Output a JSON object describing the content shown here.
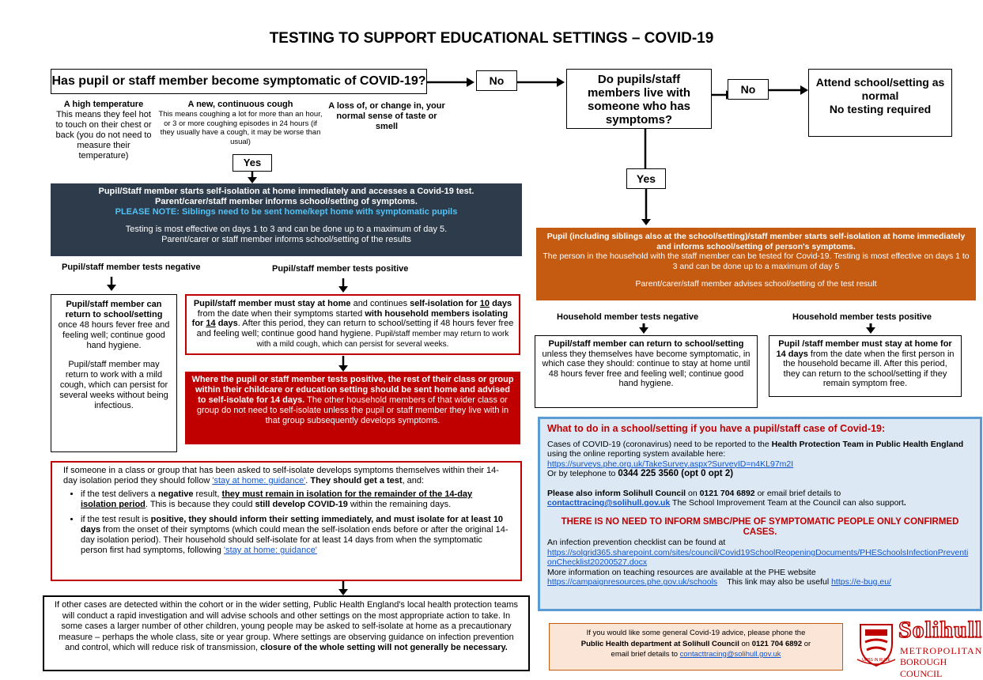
{
  "title": "TESTING TO SUPPORT EDUCATIONAL SETTINGS – COVID-19",
  "q1": "Has pupil or staff member become symptomatic of COVID-19?",
  "no1": "No",
  "q2": "Do pupils/staff members live with someone who has symptoms?",
  "no2": "No",
  "attend": {
    "l1": "Attend school/setting as normal",
    "l2": "No testing required"
  },
  "symptoms": {
    "temp_title": "A high temperature",
    "temp_body": "This means they feel hot to touch on their chest or back (you do not need to measure their temperature)",
    "cough_title": "A new, continuous cough",
    "cough_body": "This means coughing a lot for more than an hour, or 3 or more coughing episodes in 24 hours (if they usually have a cough, it may be worse than usual)",
    "smell": "A loss of, or change in, your normal sense of taste or smell"
  },
  "yes1": "Yes",
  "yes2": "Yes",
  "isolate_box": {
    "l1": "Pupil/Staff member starts self-isolation at home immediately and accesses a Covid-19 test.",
    "l2": "Parent/carer/staff member informs school/setting of symptoms.",
    "note": "PLEASE NOTE: Siblings need to be sent home/kept home with symptomatic pupils",
    "l3": "Testing is most effective on days 1 to 3 and can be done up to a maximum of day 5.",
    "l4": "Parent/carer or staff member informs school/setting of the results"
  },
  "neg_label": "Pupil/staff member tests negative",
  "pos_label": "Pupil/staff member tests positive",
  "neg_box": {
    "b1": "Pupil/staff member can return to school/setting",
    "t1": "once 48 hours fever free and feeling well; continue good hand hygiene.",
    "t2": "Pupil/staff member may return to work with a mild cough, which can persist for several weeks without being infectious."
  },
  "pos_box": {
    "a": "Pupil/staff member must stay at home",
    "b": " and continues ",
    "c": "self-isolation for ",
    "d": "10",
    "e": " days",
    "f": " from the date when their symptoms started ",
    "g": "with household members isolating for ",
    "h": "14",
    "i": " days",
    "j": ". After this period, they can return to school/setting if 48 hours fever free and feeling well; continue good hand hygiene.",
    "k": " Pupil/staff member may return to work with a mild cough, which can persist for several weeks."
  },
  "red_box": {
    "b1": "Where the pupil or staff member tests positive, the rest of their class or group within their childcare or education setting should be sent home and advised to self-isolate for 14 days.",
    "t1": " The other household members of that wider class or group do not need to self-isolate unless the pupil or staff member they live with in that group subsequently develops symptoms."
  },
  "group_box": {
    "p1a": "If someone in a class or group that has been asked to self-isolate develops symptoms themselves within their 14-day isolation period they should follow ",
    "link": "'stay at home: guidance'",
    "p1b": ". ",
    "p1c": "They should get a test",
    "p1d": ", and:",
    "b1a": "if the test delivers a ",
    "b1b": "negative",
    "b1c": " result, ",
    "b1d": "they must remain in isolation for the remainder of the 14-day isolation period",
    "b1e": ". This is because they could ",
    "b1f": "still develop COVID-19",
    "b1g": " within the remaining days.",
    "b2a": "if the test result is ",
    "b2b": "positive, they should inform their setting immediately, and must isolate for at least 10 days",
    "b2c": " from the onset of their symptoms (which could mean the self-isolation ends before or after the original 14-day isolation period). Their household should self-isolate for at least 14 days from when the symptomatic person first had symptoms, following ",
    "b2d": "'stay at home: guidance'"
  },
  "cases_box": {
    "t1": "If other cases are detected within the cohort or in the wider setting, Public Health England's local health protection teams will conduct a rapid investigation and will advise schools and other settings on the most appropriate action to take. In some cases a larger number of other children, young people may be asked to self-isolate at home as a precautionary measure – perhaps the whole class, site or year group. Where settings are observing guidance on infection prevention and control, which will reduce risk of transmission, ",
    "b1": "closure of the whole setting will not generally be necessary."
  },
  "hh_box": {
    "b1": "Pupil (including siblings also at the school/setting)/staff member starts self-isolation at home immediately and informs school/setting of person's symptoms.",
    "t1": "The person in the household with the staff member can be tested for Covid-19. Testing is most effective on days 1 to 3 and can be done up to a maximum of day 5",
    "t2": "Parent/carer/staff member advises school/setting of the test result"
  },
  "hh_neg_label": "Household member tests negative",
  "hh_pos_label": "Household member tests positive",
  "hh_neg_box": {
    "b1": "Pupil/staff member can return to school/setting",
    "t1": "unless they themselves have become symptomatic, in which case they should: continue to stay at home until 48 hours fever free and feeling well; continue good hand hygiene."
  },
  "hh_pos_box": {
    "b1": "Pupil /staff member must stay at home for 14 days",
    "t1": " from the date when the first person in the household became ill. After this period, they can return to the school/setting if they remain symptom free."
  },
  "info_box": {
    "title": "What to do in a school/setting if you have a pupil/staff case of Covid-19:",
    "p1a": "Cases of COVID-19 (coronavirus) need to be reported to the ",
    "p1b": "Health Protection Team in Public Health England",
    "p1c": " using the online reporting system available here:",
    "link1": "https://surveys.phe.org.uk/TakeSurvey.aspx?SurveyID=n4KL97m2I",
    "p2a": "Or by telephone to ",
    "p2b": "0344 225 3560 (opt 0 opt 2)",
    "p3a": "Please also inform ",
    "p3b": "Solihull Council",
    "p3c": " on ",
    "p3d": "0121 704 6892",
    "p3e": " or email brief details to",
    "email": "contacttracing@solihull.gov.uk",
    "p3f": " The School Improvement Team at the Council can also support",
    "p3g": ".",
    "warning": "THERE IS NO NEED TO INFORM SMBC/PHE OF SYMPTOMATIC PEOPLE ONLY CONFIRMED CASES.",
    "p4": "An infection prevention checklist can be found at",
    "link2": "https://solgrid365.sharepoint.com/sites/council/Covid19SchoolReopeningDocuments/PHESchoolsInfectionPreventionChecklist20200527.docx",
    "p5": "More information on teaching resources are available at the PHE website",
    "link3": "https://campaignresources.phe.gov.uk/schools",
    "p6": "This link may also be useful ",
    "link4": "https://e-bug.eu/"
  },
  "advice_box": {
    "t1": "If you would like some general Covid-19 advice, please phone the",
    "b1": "Public Health department at Solihull Council",
    "t2": " on ",
    "b2": "0121 704 6892",
    "t3": " or",
    "t4": "email brief details to ",
    "email": "contacttracing@solihull.gov.uk"
  },
  "logo": {
    "name": "Solihull",
    "l2": "METROPOLITAN",
    "l3": "BOROUGH COUNCIL",
    "motto": "URBS IN RURE"
  },
  "colors": {
    "dark": "#2e3b4a",
    "orange": "#c55a11",
    "red": "#c00000",
    "note_blue": "#4fc3f7",
    "link": "#1155cc",
    "info_bg": "#dce9f5"
  }
}
